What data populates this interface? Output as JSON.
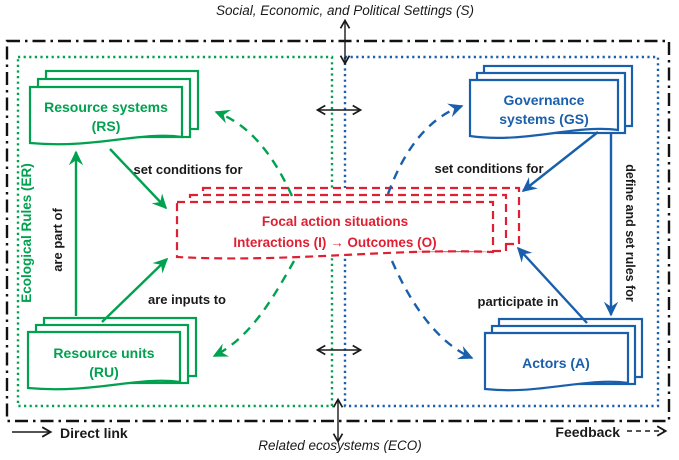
{
  "colors": {
    "green": "#00A14F",
    "blue": "#1A5FAB",
    "red": "#DF2033",
    "ink": "#1a1a1a"
  },
  "frame": {
    "top_label": "Social, Economic, and Political Settings (S)",
    "bottom_label": "Related ecosystems (ECO)"
  },
  "legend": {
    "direct_link": "Direct link",
    "feedback": "Feedback"
  },
  "ecological": {
    "zone_label": "Ecological Rules (ER)",
    "resource_systems_line1": "Resource systems",
    "resource_systems_line2": "(RS)",
    "resource_units_line1": "Resource units",
    "resource_units_line2": "(RU)",
    "are_part_of": "are part of",
    "set_conditions_for": "set conditions for",
    "are_inputs_to": "are inputs to"
  },
  "social": {
    "governance_line1": "Governance",
    "governance_line2": "systems (GS)",
    "actors_line1": "Actors (A)",
    "define_and_set_rules": "define and set rules for",
    "set_conditions_for": "set conditions for",
    "participate_in": "participate in"
  },
  "focal": {
    "line1": "Focal action situations",
    "line2": "Interactions (I) → Outcomes (O)"
  }
}
